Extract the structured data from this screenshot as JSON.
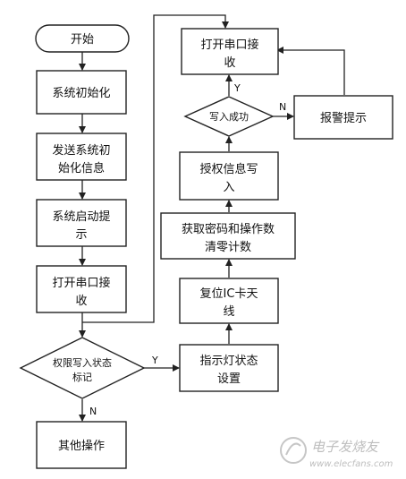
{
  "nodes": {
    "start": "开始",
    "init": "系统初始化",
    "send_init": [
      "发送系统初",
      "始化信息"
    ],
    "start_prompt": [
      "系统启动提",
      "示"
    ],
    "open_serial_left": [
      "打开串口接",
      "收"
    ],
    "check_flag": [
      "权限写入状态",
      "标记"
    ],
    "other_ops": "其他操作",
    "led_state": [
      "指示灯状态",
      "设置"
    ],
    "reset_antenna": [
      "复位IC卡天",
      "线"
    ],
    "get_password": [
      "获取密码和操作数",
      "清零计数"
    ],
    "write_auth": [
      "授权信息写",
      "入"
    ],
    "write_ok": "写入成功",
    "alarm": "报警提示",
    "open_serial_right": [
      "打开串口接",
      "收"
    ]
  },
  "edge_labels": {
    "flag_yes": "Y",
    "flag_no": "N",
    "write_yes": "Y",
    "write_no": "N"
  },
  "watermark": {
    "cn": "电子发烧友",
    "url": "www.elecfans.com"
  }
}
